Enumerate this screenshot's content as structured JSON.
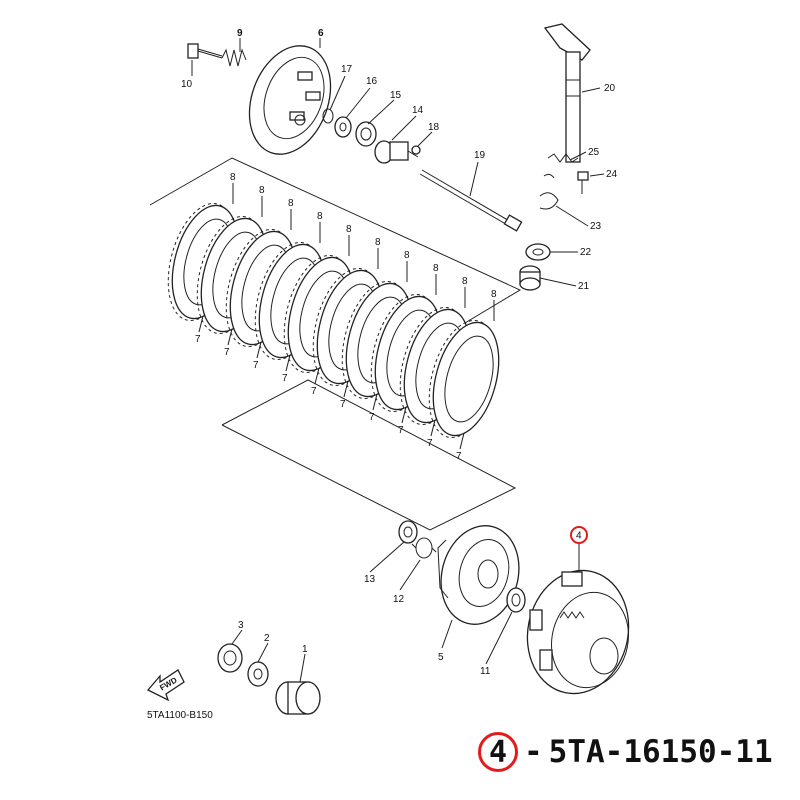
{
  "highlight_color": "#e31b1b",
  "reference_code": "5TA1100-B150",
  "fwd_label": "FWD",
  "caption": {
    "callout": "4",
    "separator": "-",
    "part_number": "5TA-16150-11"
  },
  "callouts": {
    "c1": "1",
    "c2": "2",
    "c3": "3",
    "c4": "4",
    "c5": "5",
    "c6": "6",
    "c7": "7",
    "c8": "8",
    "c9": "9",
    "c10": "10",
    "c11": "11",
    "c12": "12",
    "c13": "13",
    "c14": "14",
    "c15": "15",
    "c16": "16",
    "c17": "17",
    "c18": "18",
    "c19": "19",
    "c20": "20",
    "c21": "21",
    "c22": "22",
    "c23": "23",
    "c24": "24",
    "c25": "25"
  }
}
